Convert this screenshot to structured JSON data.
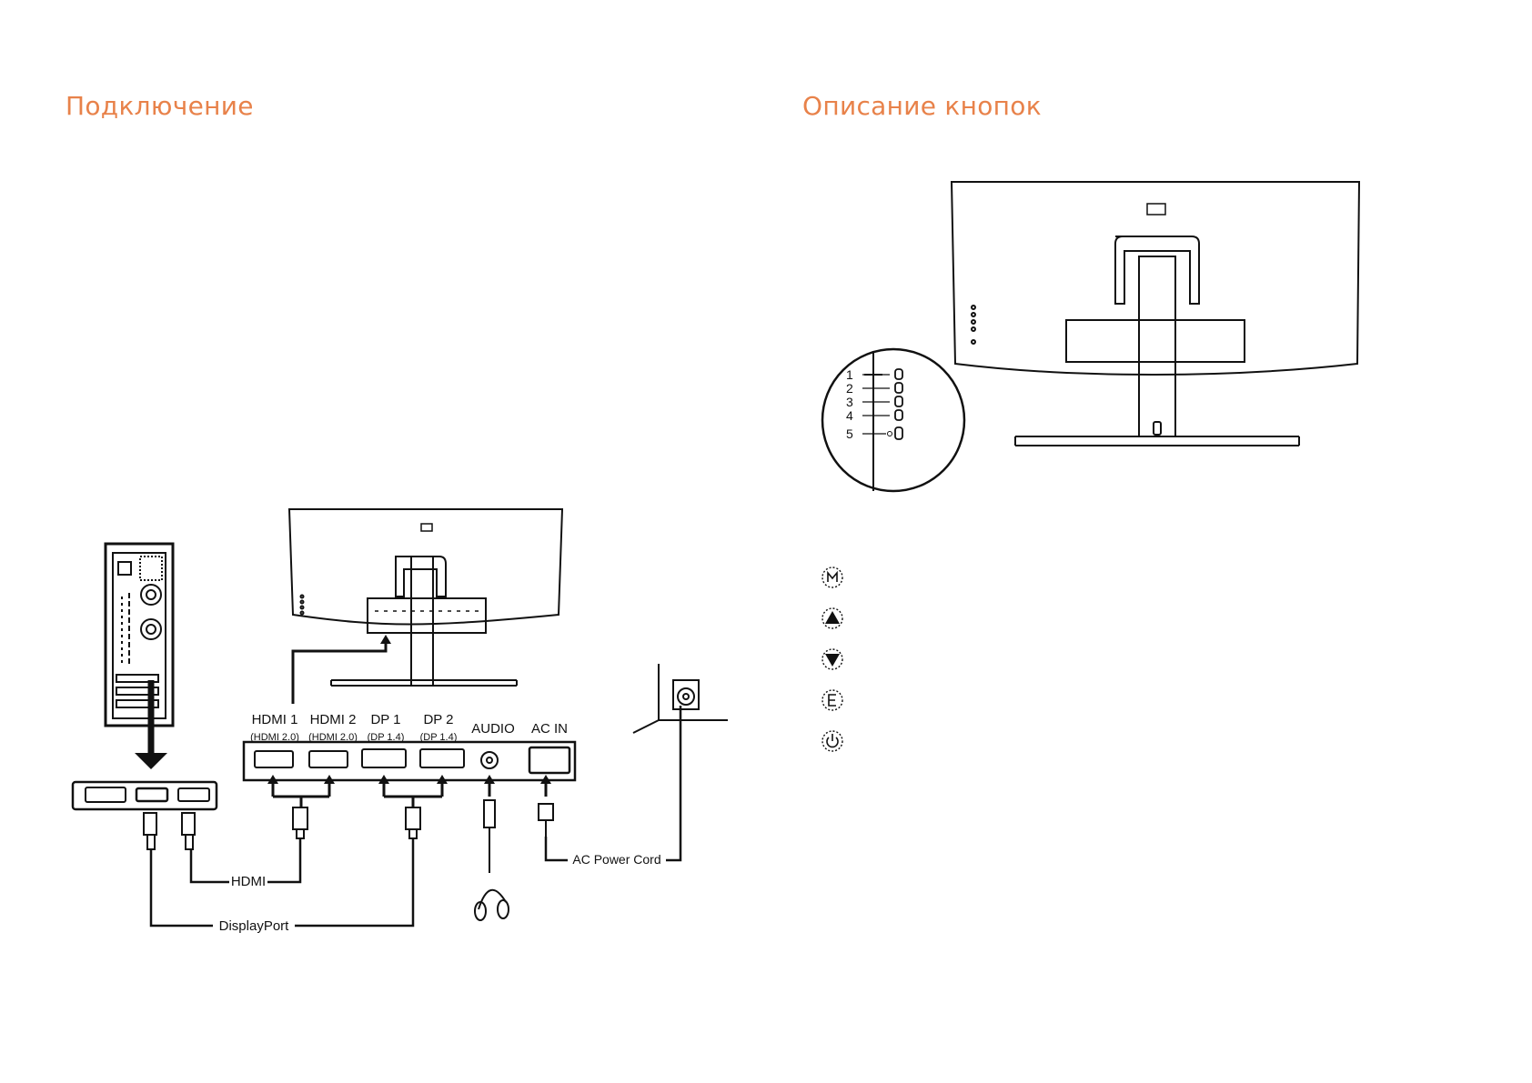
{
  "page": {
    "left_title": "Подключение",
    "right_title": "Описание кнопок"
  },
  "connection_diagram": {
    "port_labels": [
      {
        "name": "HDMI 1",
        "spec": "(HDMI 2.0)"
      },
      {
        "name": "HDMI 2",
        "spec": "(HDMI 2.0)"
      },
      {
        "name": "DP 1",
        "spec": "(DP 1.4)"
      },
      {
        "name": "DP 2",
        "spec": "(DP 1.4)"
      },
      {
        "name": "AUDIO",
        "spec": ""
      },
      {
        "name": "AC IN",
        "spec": ""
      }
    ],
    "cable_labels": {
      "hdmi": "HDMI",
      "displayport": "DisplayPort",
      "power": "AC Power Cord"
    }
  },
  "buttons_diagram": {
    "callouts": [
      "1",
      "2",
      "3",
      "4",
      "5"
    ],
    "legend_icons": [
      "menu-m-icon",
      "arrow-up-icon",
      "arrow-down-icon",
      "exit-e-icon",
      "power-icon"
    ]
  }
}
